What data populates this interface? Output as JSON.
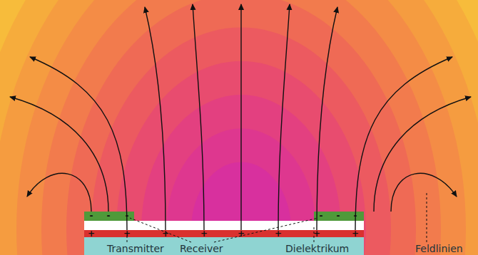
{
  "diagram": {
    "labels": [
      "Transmitter",
      "Receiver",
      "Dielektrikum",
      "Feldlinien",
      "-",
      "-",
      "-",
      "-",
      "-",
      "-",
      "+",
      "+",
      "+",
      "+",
      "+",
      "+",
      "+",
      "+"
    ]
  }
}
